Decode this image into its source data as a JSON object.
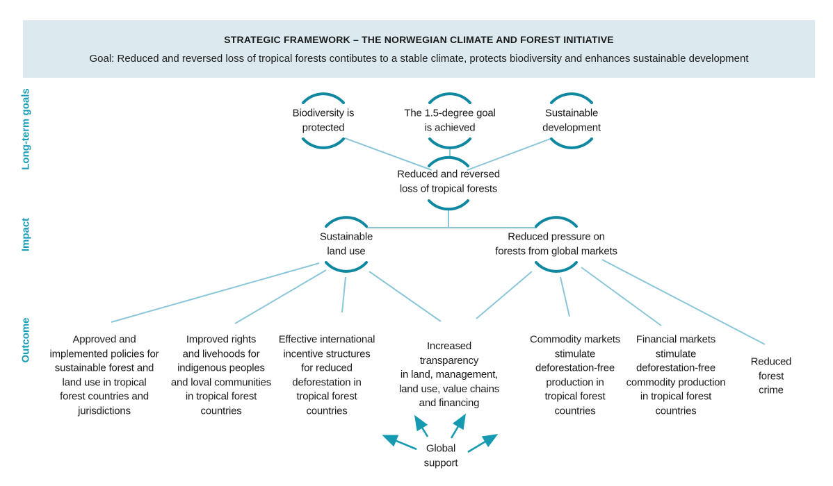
{
  "header": {
    "title": "STRATEGIC FRAMEWORK – THE NORWEGIAN CLIMATE AND FOREST INITIATIVE",
    "goal": "Goal: Reduced and reversed loss of tropical forests contibutes to a stable climate, protects biodiversity and enhances sustainable development"
  },
  "row_labels": [
    {
      "label": "Long-term goals"
    },
    {
      "label": "Impact"
    },
    {
      "label": "Outcome"
    }
  ],
  "nodes": {
    "biodiversity": {
      "text": "Biodiversity is\nprotected"
    },
    "degree_goal": {
      "text": "The 1.5-degree goal\nis achieved"
    },
    "sustainable_development": {
      "text": "Sustainable\ndevelopment"
    },
    "reduced_loss": {
      "text": "Reduced and reversed\nloss of tropical forests"
    },
    "sustainable_land_use": {
      "text": "Sustainable\nland use"
    },
    "reduced_pressure": {
      "text": "Reduced pressure on\nforests from global markets"
    }
  },
  "outcomes": [
    {
      "text": "Approved and\nimplemented policies for\nsustainable forest and\nland use in tropical\nforest countries and\njurisdictions"
    },
    {
      "text": "Improved rights\nand livehoods for\nindigenous peoples\nand loval communities\nin tropical forest\ncountries"
    },
    {
      "text": "Effective international\nincentive structures\nfor reduced\ndeforestation in\ntropical forest\ncountries"
    },
    {
      "text": "Increased\ntransparency\nin land, management,\nland use, value chains\nand financing"
    },
    {
      "text": "Commodity markets\nstimulate\ndeforestation-free\nproduction in\ntropical forest\ncountries"
    },
    {
      "text": "Financial markets\nstimulate\ndeforestation-free\ncommodity production\nin tropical forest\ncountries"
    },
    {
      "text": "Reduced\nforest\ncrime"
    }
  ],
  "global_support": {
    "text": "Global\nsupport"
  },
  "colors": {
    "arc": "#0e87a0",
    "connector": "#8ac6d8",
    "label": "#199cb5",
    "band": "#dce9ef",
    "arrow": "#169ab2"
  }
}
